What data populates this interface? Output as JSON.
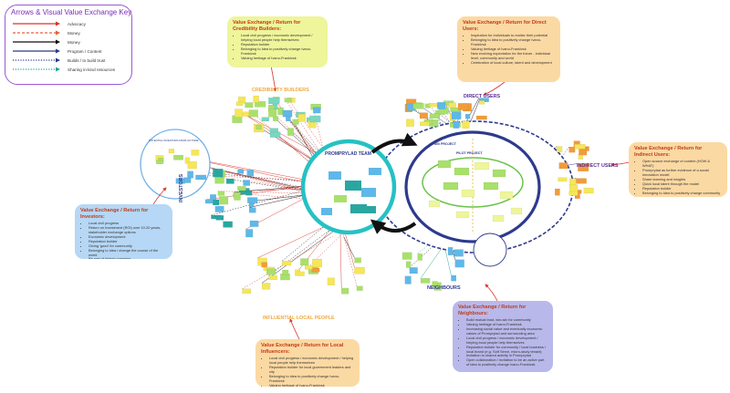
{
  "key": {
    "title": "Arrows & Visual Value Exchange Key",
    "items": [
      {
        "label": "Advocacy",
        "color": "#d9342b",
        "style": "solid"
      },
      {
        "label": "Money",
        "color": "#e8603a",
        "style": "dashed"
      },
      {
        "label": "Money",
        "color": "#111111",
        "style": "solid"
      },
      {
        "label": "Program / Content",
        "color": "#2d3a8c",
        "style": "solid"
      },
      {
        "label": "Builds / to build trust",
        "color": "#2d3a8c",
        "style": "dotted"
      },
      {
        "label": "Sharing in-kind resources",
        "color": "#1fa39a",
        "style": "dotted"
      }
    ]
  },
  "groups": {
    "credibility_builders": "CREDIBILITY BUILDERS",
    "direct_users": "DIRECT USERS",
    "indirect_users": "INDIRECT USERS",
    "investors": "INVESTORS",
    "neighbours": "NEIGHBOURS",
    "influential_local_people": "INFLUENTIAL LOCAL PEOPLE",
    "core_team": "PROMPRYLAD TEAM",
    "project": "800 PROJECT",
    "pilot_project": "PILOT PROJECT",
    "potential_investors": "POTENTIAL INVESTORS FROM OUTSIDE"
  },
  "colors": {
    "orange_box": "#fbd9a3",
    "green_box": "#eef59b",
    "blue_box": "#b6d7f5",
    "purple_box": "#b9b8ea",
    "teal_ring": "#26c1c4",
    "navy_ring": "#2d3a8c",
    "label_orange": "#f2a93b",
    "label_purple": "#5b2c9c"
  },
  "boxes": {
    "credibility": {
      "title": "Value Exchange / Return for Credibility Builders:",
      "items": [
        "Local civil progress / economic development / helping local people help themselves",
        "Reputation builder",
        "Belonging to idea to positively change Ivano-Frankivsk",
        "Valuing heritage of Ivano-Frankivsk"
      ]
    },
    "direct": {
      "title": "Value Exchange / Return for Direct Users:",
      "items": [
        "Inspiration for individuals to realise their potential",
        "Belonging to idea to positively change Ivano-Frankivsk",
        "Valuing heritage of Ivano-Frankivsk",
        "New evolving expectation for the future - individual level, community and world",
        "Celebration of local culture, talent and development"
      ]
    },
    "indirect": {
      "title": "Value Exchange / Return for Indirect Users:",
      "items": [
        "Open source exchange of content (HOW & WHAT)",
        "Promprylad as further evidence of a social innovation model",
        "Share learning and insights",
        "Quick local talent through the model",
        "Reputation builder",
        "Belonging to idea to positively change community"
      ]
    },
    "investors": {
      "title": "Value Exchange / Return for Investors:",
      "items": [
        "Local civil progress",
        "Return on Investment (ROI) over 10-20 years, stakeholder exchange options",
        "Economic development",
        "Reputation builder",
        "Giving 'good' for community",
        "Belonging to idea / change the course of the world",
        "Be part of historic meaning"
      ]
    },
    "influencers": {
      "title": "Value Exchange / Return for Local Influencers:",
      "items": [
        "Local civil progress / economic development / helping local people help themselves",
        "Reputation builder for local government leaders and city",
        "Belonging to idea to positively change Ivano-Frankivsk",
        "Valuing heritage of Ivano-Frankivsk"
      ]
    },
    "neighbours": {
      "title": "Value Exchange / Return for Neighbours:",
      "items": [
        "Build mutual trust, win-win for community",
        "Valuing heritage of Ivano-Frankivsk",
        "Increasing social value and eventually economic values of Promprylad and surrounding area",
        "Local civil progress / economic development / helping local people help themselves",
        "Reputation builder for community / local business / local brand (e.g. Soft Serve, micro-study tenant)",
        "Invitation to shared activity in Promprylad",
        "Open collaboration / invitation to be an active part of idea to positively change Ivano-Frankivsk"
      ]
    }
  }
}
